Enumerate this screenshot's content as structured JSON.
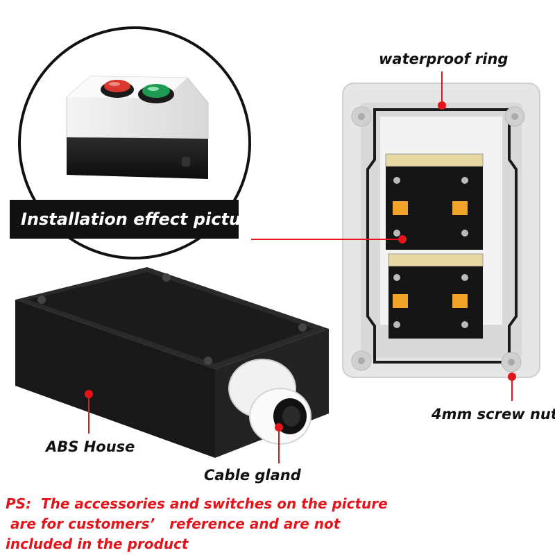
{
  "labels": {
    "waterproof_ring": "waterproof  ring",
    "installation_effect": "Installation effect picture",
    "screw_nut": "4mm screw nut",
    "abs_house": "ABS House",
    "cable_gland": "Cable gland"
  },
  "note": {
    "line1": "PS:  The accessories and switches on the picture",
    "line2": " are for customers’   reference and are not",
    "line3": "included in the product"
  },
  "colors": {
    "marker_red": "#e3141b",
    "banner_bg": "#111111",
    "enclosure_grey": "#e9e9e9",
    "box_black": "#1a1a1a"
  }
}
